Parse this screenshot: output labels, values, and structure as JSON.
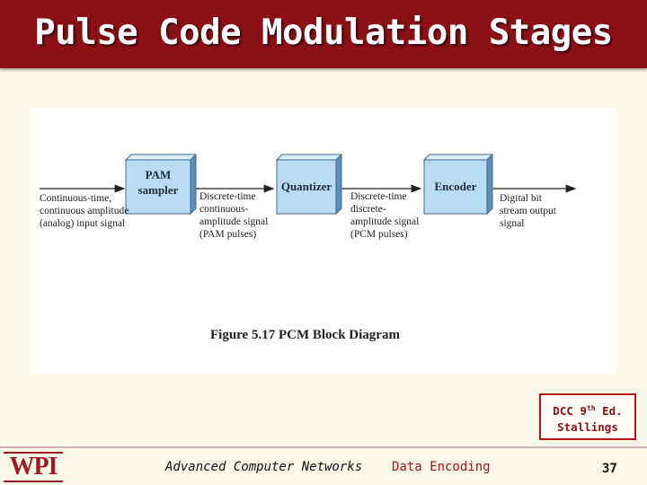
{
  "slide": {
    "title": "Pulse Code Modulation Stages"
  },
  "diagram": {
    "input_label": "Continuous-time,\ncontinuous amplitude\n(analog) input signal",
    "blocks": [
      {
        "label": "PAM\nsampler"
      },
      {
        "label": "Quantizer"
      },
      {
        "label": "Encoder"
      }
    ],
    "after_sampler_label": "Discrete-time\ncontinuous-\namplitude signal\n(PAM pulses)",
    "after_quantizer_label": "Discrete-time\ndiscrete-\namplitude signal\n(PCM pulses)",
    "output_label": "Digital bit\nstream output\nsignal",
    "caption": "Figure 5.17  PCM Block Diagram",
    "colors": {
      "block_front": "#b9dcf2",
      "block_side": "#5f8eb0",
      "block_top": "#dceefa"
    }
  },
  "source_note": {
    "line1_prefix": "DCC 9",
    "line1_sup": "th",
    "line1_suffix": " Ed.",
    "line2": "Stallings"
  },
  "footer": {
    "logo": "WPI",
    "course": "Advanced Computer Networks",
    "topic": "Data Encoding",
    "page": "37"
  }
}
